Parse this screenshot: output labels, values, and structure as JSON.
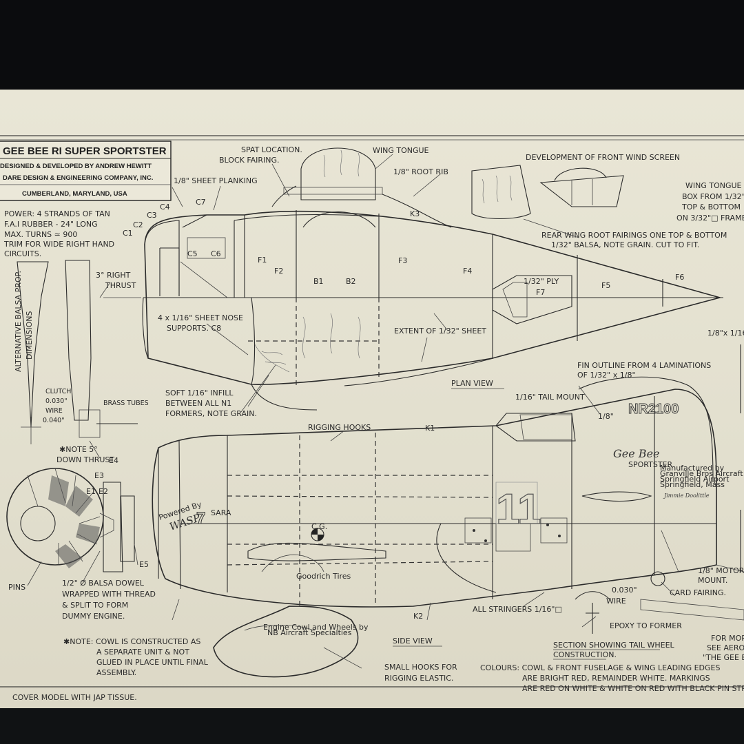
{
  "title_block": {
    "title": "GEE BEE RI SUPER SPORTSTER",
    "line1": "DESIGNED & DEVELOPED BY ANDREW HEWITT",
    "line2": "DARE DESIGN & ENGINEERING COMPANY, INC.",
    "line3": "CUMBERLAND, MARYLAND, USA"
  },
  "power": {
    "l1": "POWER: 4 STRANDS OF TAN",
    "l2": "F.A.I RUBBER - 24\" LONG",
    "l3": "MAX. TURNS ≃ 900",
    "l4": "TRIM FOR WIDE RIGHT HAND",
    "l5": "CIRCUITS."
  },
  "labels": {
    "spat1": "SPAT LOCATION.",
    "spat2": "BLOCK FAIRING.",
    "wing_tongue": "WING TONGUE",
    "root_rib": "1/8\" ROOT RIB",
    "windscreen": "DEVELOPMENT OF FRONT WIND SCREEN",
    "wtb1": "WING TONGUE",
    "wtb2": "BOX FROM 1/32\"",
    "wtb3": "TOP & BOTTOM",
    "wtb4": "ON 3/32\"□ FRAME",
    "planking": "1/8\" SHEET PLANKING",
    "k3": "K3",
    "rear1": "REAR WING ROOT FAIRINGS ONE TOP & BOTTOM",
    "rear2": "1/32\" BALSA, NOTE GRAIN. CUT TO FIT.",
    "c1": "C1",
    "c2": "C2",
    "c3": "C3",
    "c4": "C4",
    "c5": "C5",
    "c6": "C6",
    "c7": "C7",
    "f1": "F1",
    "f2": "F2",
    "f3": "F3",
    "f4": "F4",
    "f5": "F5",
    "f6": "F6",
    "f7": "F7",
    "b1": "B1",
    "b2": "B2",
    "ply": "1/32\" PLY",
    "thrust1": "3° RIGHT",
    "thrust2": "THRUST",
    "nose1": "4 x 1/16\" SHEET NOSE",
    "nose2": "SUPPORTS. C8",
    "extent": "EXTENT OF 1/32\" SHEET",
    "stringer_note": "1/8\"x 1/16\"",
    "prop1": "ALTERNATIVE BALSA PROP.",
    "prop2": "DIMENSIONS",
    "fin1": "FIN OUTLINE FROM 4 LAMINATIONS",
    "fin2": "OF 1/32\" x 1/8\"",
    "plan_view": "PLAN VIEW",
    "infill1": "SOFT 1/16\" INFILL",
    "infill2": "BETWEEN ALL N1",
    "infill3": "FORMERS, NOTE GRAIN.",
    "clutch": "CLUTCH",
    "wire1": "0.030\"",
    "wire2": "WIRE",
    "wire3": "0.040\"",
    "brass": "BRASS TUBES",
    "tail_mount": "1/16\" TAIL MOUNT",
    "eighth": "1/8\"",
    "reg": "NR2100",
    "rigging": "RIGGING HOOKS",
    "k1": "K1",
    "note5a": "✱NOTE 5°",
    "note5b": "DOWN THRUST",
    "e1": "E1",
    "e2": "E2",
    "e3": "E3",
    "e4": "E4",
    "e5": "E5",
    "gee_bee": "Gee Bee",
    "sportster": "SPORTSTER",
    "mfg1": "Manufactured by",
    "mfg2": "Granville Bros Aircraft Inc",
    "mfg3": "Springfield Airport",
    "mfg4": "Springfield, Mass",
    "jimmie": "Jimmie Doolittle",
    "powered": "Powered By",
    "wasp": "WASP",
    "race_num": "7",
    "sara": "SARA",
    "big_num": "11",
    "cg": "C.G.",
    "goodrich": "Goodrich Tires",
    "motor1": "1/8\" MOTOR",
    "motor2": "MOUNT.",
    "card": "CARD FAIRING.",
    "pins": "PINS",
    "dowel1": "1/2\" Ø BALSA DOWEL",
    "dowel2": "WRAPPED WITH THREAD",
    "dowel3": "& SPLIT TO FORM",
    "dowel4": "DUMMY ENGINE.",
    "k2": "K2",
    "all_stringers": "ALL STRINGERS 1/16\"□",
    "tw_wire1": "0.030\"",
    "tw_wire2": "WIRE",
    "for_mo1": "FOR MOR",
    "for_mo2": "SEE AERO",
    "for_mo3": "\"THE GEE BE",
    "epoxy": "EPOXY TO FORMER",
    "cowl1": "✱NOTE: COWL IS CONSTRUCTED AS",
    "cowl2": "A SEPARATE UNIT & NOT",
    "cowl3": "GLUED IN PLACE UNTIL FINAL",
    "cowl4": "ASSEMBLY.",
    "engine_note1": "Engine Cowl and Wheels by",
    "engine_note2": "NB Aircraft Specialties",
    "side_view": "SIDE VIEW",
    "hooks1": "SMALL HOOKS FOR",
    "hooks2": "RIGGING ELASTIC.",
    "section1": "SECTION SHOWING TAIL WHEEL",
    "section2": "CONSTRUCTION.",
    "colours1": "COLOURS: COWL & FRONT FUSELAGE & WING LEADING EDGES",
    "colours2": "ARE BRIGHT RED, REMAINDER WHITE. MARKINGS",
    "colours3": "ARE RED ON WHITE & WHITE ON RED WITH BLACK PIN STRIPE",
    "cover": "COVER MODEL WITH JAP TISSUE."
  }
}
